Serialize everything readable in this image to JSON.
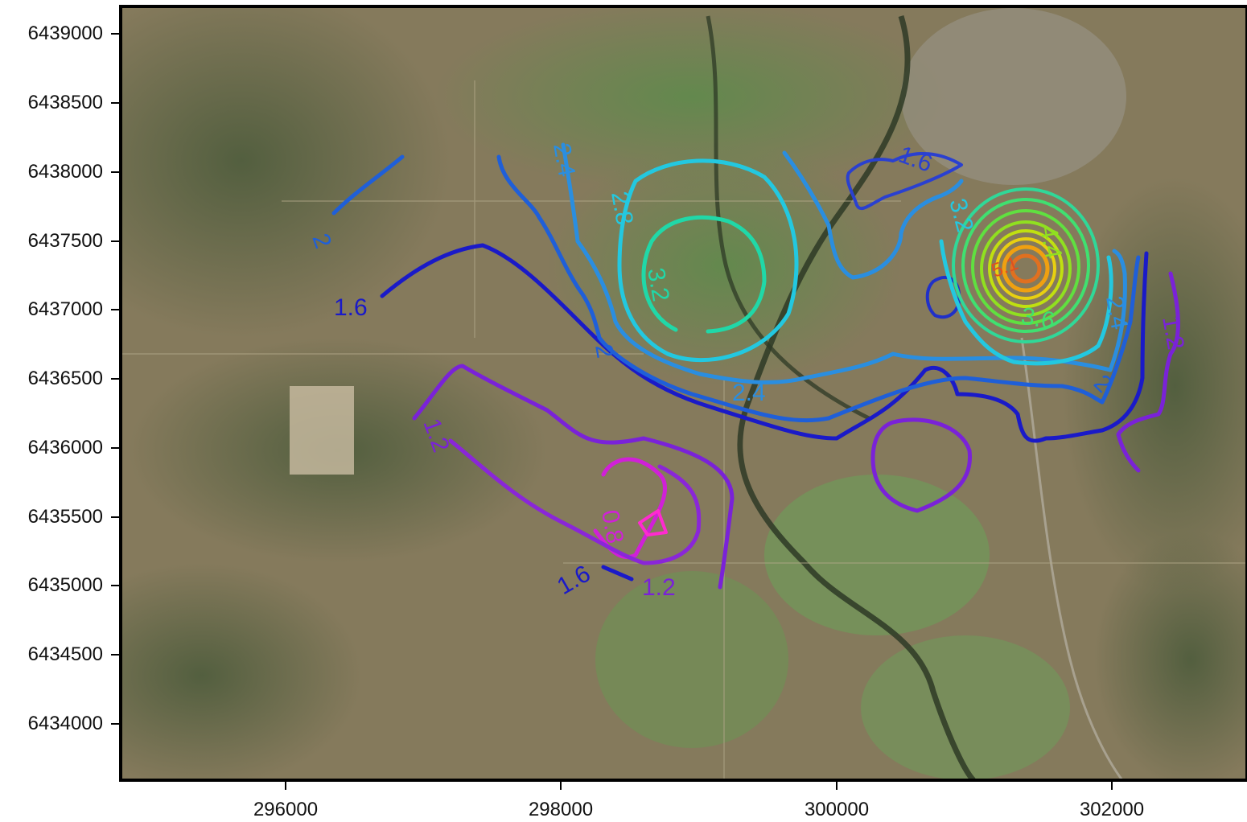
{
  "map": {
    "x_axis": {
      "range": [
        294800,
        303000
      ],
      "ticks": [
        296000,
        298000,
        300000,
        302000
      ]
    },
    "y_axis": {
      "range": [
        6433600,
        6439200
      ],
      "ticks": [
        6439000,
        6438500,
        6438000,
        6437500,
        6437000,
        6436500,
        6436000,
        6435500,
        6435000,
        6434500,
        6434000
      ]
    },
    "contours": [
      {
        "level": "0.8",
        "color": "#d020d8"
      },
      {
        "level": "1.2",
        "color": "#7a22d8"
      },
      {
        "level": "1.6",
        "color": "#1a1ac8"
      },
      {
        "level": "2",
        "color": "#1f5fd8"
      },
      {
        "level": "2.4",
        "color": "#2a8ee0"
      },
      {
        "level": "2.8",
        "color": "#23c8e0"
      },
      {
        "level": "3.2",
        "color": "#20d8a8"
      },
      {
        "level": "3.6",
        "color": "#40e070"
      },
      {
        "level": "4.4",
        "color": "#90e020"
      },
      {
        "level": "5.1",
        "color": "#e07020"
      }
    ],
    "labels": {
      "l_0_8": "0.8",
      "l_1_2a": "1.2",
      "l_1_2b": "1.2",
      "l_1_2c": "1.2",
      "l_1_6a": "1.6",
      "l_1_6b": "1.6",
      "l_1_6c": "1.6",
      "l_2a": "2",
      "l_2b": "2",
      "l_2c": "2",
      "l_2_4a": "2.4",
      "l_2_4b": "2.4",
      "l_2_4c": "2.4",
      "l_2_8": "2.8",
      "l_3_2a": "3.2",
      "l_3_2b": "3.2",
      "l_3_6": "3.6",
      "l_4_4": "4.4",
      "l_5_1": "5.1"
    }
  }
}
